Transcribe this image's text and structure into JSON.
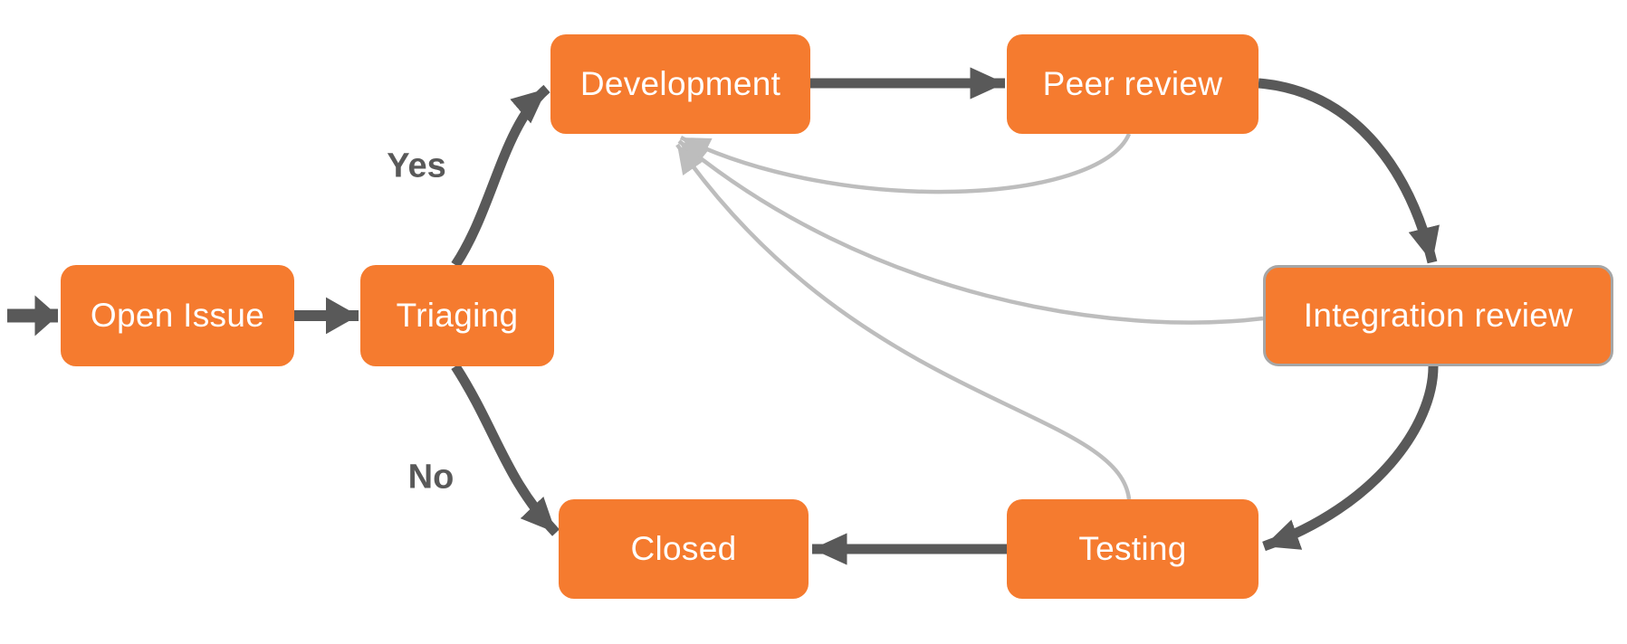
{
  "diagram": {
    "type": "flowchart",
    "colors": {
      "node_fill": "#F57B2F",
      "node_text": "#FFFFFF",
      "arrow_dark": "#595959",
      "arrow_light": "#BDBDBD",
      "highlighted_node_border": "#A6A6A6",
      "edge_label_text": "#595959",
      "background": "#FFFFFF"
    },
    "nodes": [
      {
        "id": "open-issue",
        "label": "Open Issue",
        "highlighted": false
      },
      {
        "id": "triaging",
        "label": "Triaging",
        "highlighted": false
      },
      {
        "id": "development",
        "label": "Development",
        "highlighted": false
      },
      {
        "id": "peer-review",
        "label": "Peer review",
        "highlighted": false
      },
      {
        "id": "integration-review",
        "label": "Integration review",
        "highlighted": true
      },
      {
        "id": "testing",
        "label": "Testing",
        "highlighted": false
      },
      {
        "id": "closed",
        "label": "Closed",
        "highlighted": false
      }
    ],
    "edges": [
      {
        "from": "start",
        "to": "open-issue",
        "style": "dark",
        "label": ""
      },
      {
        "from": "open-issue",
        "to": "triaging",
        "style": "dark",
        "label": ""
      },
      {
        "from": "triaging",
        "to": "development",
        "style": "dark",
        "label": "Yes"
      },
      {
        "from": "triaging",
        "to": "closed",
        "style": "dark",
        "label": "No"
      },
      {
        "from": "development",
        "to": "peer-review",
        "style": "dark",
        "label": ""
      },
      {
        "from": "peer-review",
        "to": "integration-review",
        "style": "dark",
        "label": ""
      },
      {
        "from": "integration-review",
        "to": "testing",
        "style": "dark",
        "label": ""
      },
      {
        "from": "testing",
        "to": "closed",
        "style": "dark",
        "label": ""
      },
      {
        "from": "peer-review",
        "to": "development",
        "style": "light",
        "label": ""
      },
      {
        "from": "integration-review",
        "to": "development",
        "style": "light",
        "label": ""
      },
      {
        "from": "testing",
        "to": "development",
        "style": "light",
        "label": ""
      }
    ],
    "edge_labels": {
      "yes": "Yes",
      "no": "No"
    }
  }
}
